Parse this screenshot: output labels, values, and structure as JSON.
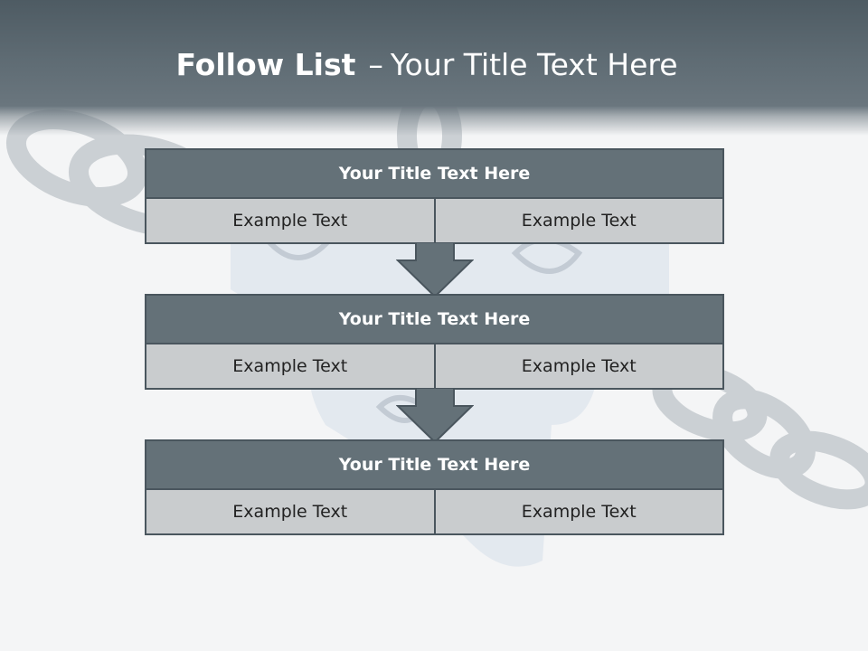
{
  "title": {
    "bold": "Follow List",
    "separator": "–",
    "rest": "Your Title Text Here"
  },
  "blocks": [
    {
      "heading": "Your Title Text Here",
      "left": "Example Text",
      "right": "Example Text"
    },
    {
      "heading": "Your Title Text Here",
      "left": "Example Text",
      "right": "Example Text"
    },
    {
      "heading": "Your Title Text Here",
      "left": "Example Text",
      "right": "Example Text"
    }
  ],
  "colors": {
    "header": "#5f6c74",
    "block_title": "#647178",
    "cell": "#c9ccce",
    "border": "#4a565e",
    "arrow": "#647178"
  }
}
